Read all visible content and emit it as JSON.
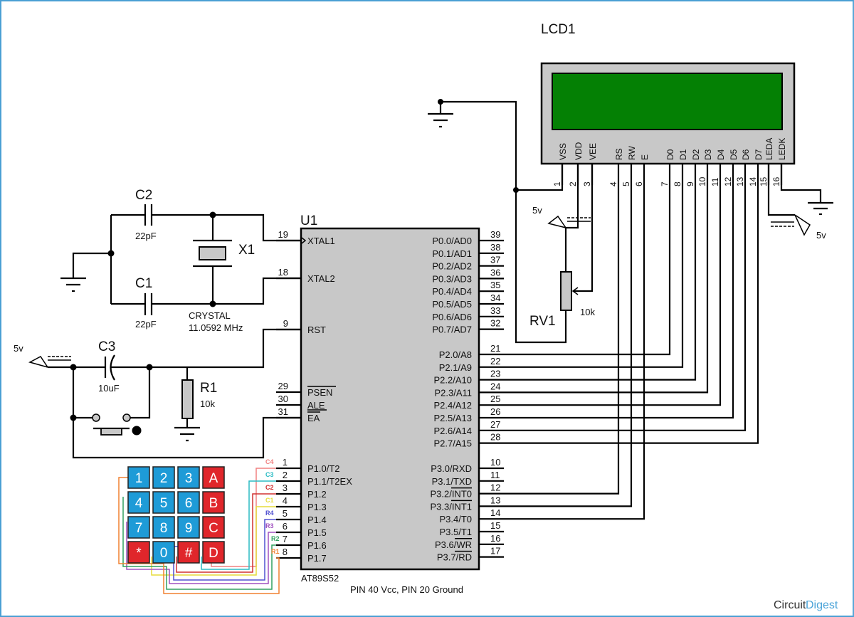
{
  "diagram": {
    "type": "schematic",
    "title": "8051 keypad LCD interface"
  },
  "lcd": {
    "ref": "LCD1",
    "screen_color": "#048004",
    "body_color": "#c8c8c8",
    "pins": [
      {
        "num": "1",
        "name": "VSS"
      },
      {
        "num": "2",
        "name": "VDD"
      },
      {
        "num": "3",
        "name": "VEE"
      },
      {
        "num": "4",
        "name": "RS"
      },
      {
        "num": "5",
        "name": "RW"
      },
      {
        "num": "6",
        "name": "E"
      },
      {
        "num": "7",
        "name": "D0"
      },
      {
        "num": "8",
        "name": "D1"
      },
      {
        "num": "9",
        "name": "D2"
      },
      {
        "num": "10",
        "name": "D3"
      },
      {
        "num": "11",
        "name": "D4"
      },
      {
        "num": "12",
        "name": "D5"
      },
      {
        "num": "13",
        "name": "D6"
      },
      {
        "num": "14",
        "name": "D7"
      },
      {
        "num": "15",
        "name": "LEDA"
      },
      {
        "num": "16",
        "name": "LEDK"
      }
    ]
  },
  "mcu": {
    "ref": "U1",
    "part": "AT89S52",
    "note": "PIN 40 Vcc, PIN 20 Ground",
    "left_pins": [
      {
        "num": "19",
        "name": "XTAL1"
      },
      {
        "num": "18",
        "name": "XTAL2"
      },
      {
        "num": "9",
        "name": "RST"
      },
      {
        "num": "29",
        "name": "PSEN"
      },
      {
        "num": "30",
        "name": "ALE"
      },
      {
        "num": "31",
        "name": "EA"
      },
      {
        "num": "1",
        "name": "P1.0/T2"
      },
      {
        "num": "2",
        "name": "P1.1/T2EX"
      },
      {
        "num": "3",
        "name": "P1.2"
      },
      {
        "num": "4",
        "name": "P1.3"
      },
      {
        "num": "5",
        "name": "P1.4"
      },
      {
        "num": "6",
        "name": "P1.5"
      },
      {
        "num": "7",
        "name": "P1.6"
      },
      {
        "num": "8",
        "name": "P1.7"
      }
    ],
    "right_pins": [
      {
        "num": "39",
        "name": "P0.0/AD0"
      },
      {
        "num": "38",
        "name": "P0.1/AD1"
      },
      {
        "num": "37",
        "name": "P0.2/AD2"
      },
      {
        "num": "36",
        "name": "P0.3/AD3"
      },
      {
        "num": "35",
        "name": "P0.4/AD4"
      },
      {
        "num": "34",
        "name": "P0.5/AD5"
      },
      {
        "num": "33",
        "name": "P0.6/AD6"
      },
      {
        "num": "32",
        "name": "P0.7/AD7"
      },
      {
        "num": "21",
        "name": "P2.0/A8"
      },
      {
        "num": "22",
        "name": "P2.1/A9"
      },
      {
        "num": "23",
        "name": "P2.2/A10"
      },
      {
        "num": "24",
        "name": "P2.3/A11"
      },
      {
        "num": "25",
        "name": "P2.4/A12"
      },
      {
        "num": "26",
        "name": "P2.5/A13"
      },
      {
        "num": "27",
        "name": "P2.6/A14"
      },
      {
        "num": "28",
        "name": "P2.7/A15"
      },
      {
        "num": "10",
        "name": "P3.0/RXD"
      },
      {
        "num": "11",
        "name": "P3.1/TXD"
      },
      {
        "num": "12",
        "name": "P3.2/INT0"
      },
      {
        "num": "13",
        "name": "P3.3/INT1"
      },
      {
        "num": "14",
        "name": "P3.4/T0"
      },
      {
        "num": "15",
        "name": "P3.5/T1"
      },
      {
        "num": "16",
        "name": "P3.6/WR"
      },
      {
        "num": "17",
        "name": "P3.7/RD"
      }
    ]
  },
  "components": {
    "c1": {
      "ref": "C1",
      "value": "22pF"
    },
    "c2": {
      "ref": "C2",
      "value": "22pF"
    },
    "c3": {
      "ref": "C3",
      "value": "10uF"
    },
    "x1": {
      "ref": "X1",
      "type": "CRYSTAL",
      "value": "11.0592 MHz"
    },
    "r1": {
      "ref": "R1",
      "value": "10k"
    },
    "rv1": {
      "ref": "RV1",
      "value": "10k"
    },
    "supply_label": "5v"
  },
  "keypad": {
    "keys": [
      "1",
      "2",
      "3",
      "A",
      "4",
      "5",
      "6",
      "B",
      "7",
      "8",
      "9",
      "C",
      "*",
      "0",
      "#",
      "D"
    ],
    "blue": "#1e9bd7",
    "red": "#e0262b",
    "lines": [
      {
        "label": "C4",
        "color": "#f08080"
      },
      {
        "label": "C3",
        "color": "#2bbcc4"
      },
      {
        "label": "C2",
        "color": "#d03030"
      },
      {
        "label": "C1",
        "color": "#e6dc3c"
      },
      {
        "label": "R4",
        "color": "#5050d0"
      },
      {
        "label": "R3",
        "color": "#a050c0"
      },
      {
        "label": "R2",
        "color": "#30a060"
      },
      {
        "label": "R1",
        "color": "#f08030"
      }
    ]
  },
  "brand": {
    "part1": "Circuit",
    "part2": "Digest"
  }
}
